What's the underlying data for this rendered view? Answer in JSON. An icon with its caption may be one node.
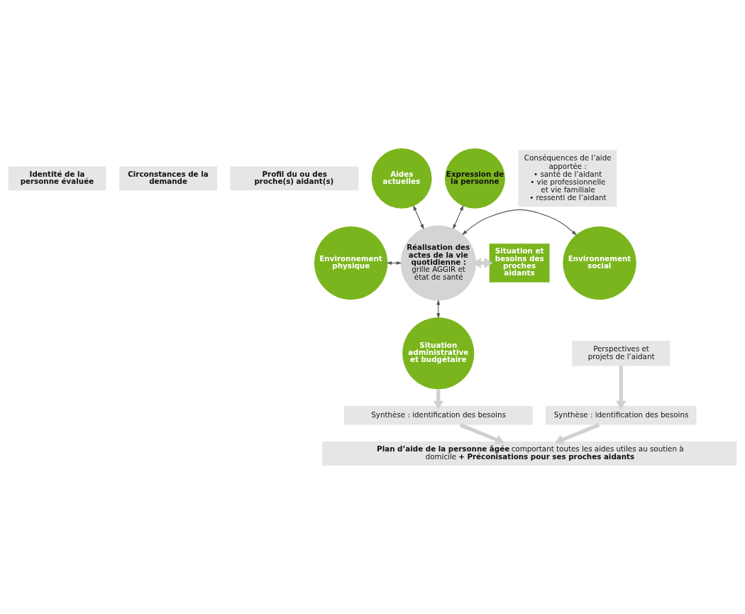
{
  "diagram": {
    "nodes": [
      {
        "text": [
          "Identité de la personne évaluée"
        ]
      },
      {
        "text": [
          "Circonstances de la demande"
        ]
      },
      {
        "text": [
          "Profil du ou des proche(s) aidant(s)"
        ]
      },
      {
        "text": [
          "Aides actuelles"
        ]
      },
      {
        "text": [
          "Expression de la personne"
        ]
      },
      {
        "text": [
          "Réalisation des actes de la vie quotidienne :",
          "grille AGGIR et état de santé"
        ]
      },
      {
        "text": [
          "Environnement physique"
        ]
      },
      {
        "text": [
          "Environnement social"
        ]
      },
      {
        "text": [
          "Situation administrative et budgétaire"
        ]
      },
      {
        "text": [
          "Situation et besoins des proches aidants"
        ]
      },
      {
        "text": [
          "Conséquences de l’aide apportée :",
          "• santé de l’aidant",
          "• vie professionnelle et vie familiale",
          "• ressenti de l’aidant"
        ]
      },
      {
        "text": [
          "Perspectives et projets de l’aidant"
        ]
      },
      {
        "text": [
          "Synthèse : identification des besoins"
        ]
      },
      {
        "text": [
          "Synthèse : identification des besoins"
        ]
      },
      {
        "text": [
          "**Plan d’aide de la personne âgée** comportant toutes les aides utiles au soutien à domicile **+ Préconisations pour ses proches aidants**"
        ]
      }
    ],
    "edges": [
      {
        "from": 3,
        "to": 5,
        "arrow": "both"
      },
      {
        "from": 4,
        "to": 5,
        "arrow": "both"
      },
      {
        "from": 6,
        "to": 5,
        "arrow": "both"
      },
      {
        "from": 5,
        "to": 7,
        "arrow": "both"
      },
      {
        "from": 5,
        "to": 8,
        "arrow": "both"
      },
      {
        "from": 5,
        "to": 9,
        "arrow": "both",
        "style": "thick",
        "color": "#d0d0d0"
      },
      {
        "from": 8,
        "to": 12,
        "arrow": "to",
        "style": "thick",
        "color": "#d0d0d0"
      },
      {
        "from": 11,
        "to": 13,
        "arrow": "to",
        "style": "thick",
        "color": "#d0d0d0"
      },
      {
        "from": 12,
        "to": 14,
        "arrow": "to",
        "style": "thick",
        "color": "#d0d0d0"
      },
      {
        "from": 13,
        "to": 14,
        "arrow": "to",
        "style": "thick",
        "color": "#d0d0d0"
      }
    ]
  }
}
